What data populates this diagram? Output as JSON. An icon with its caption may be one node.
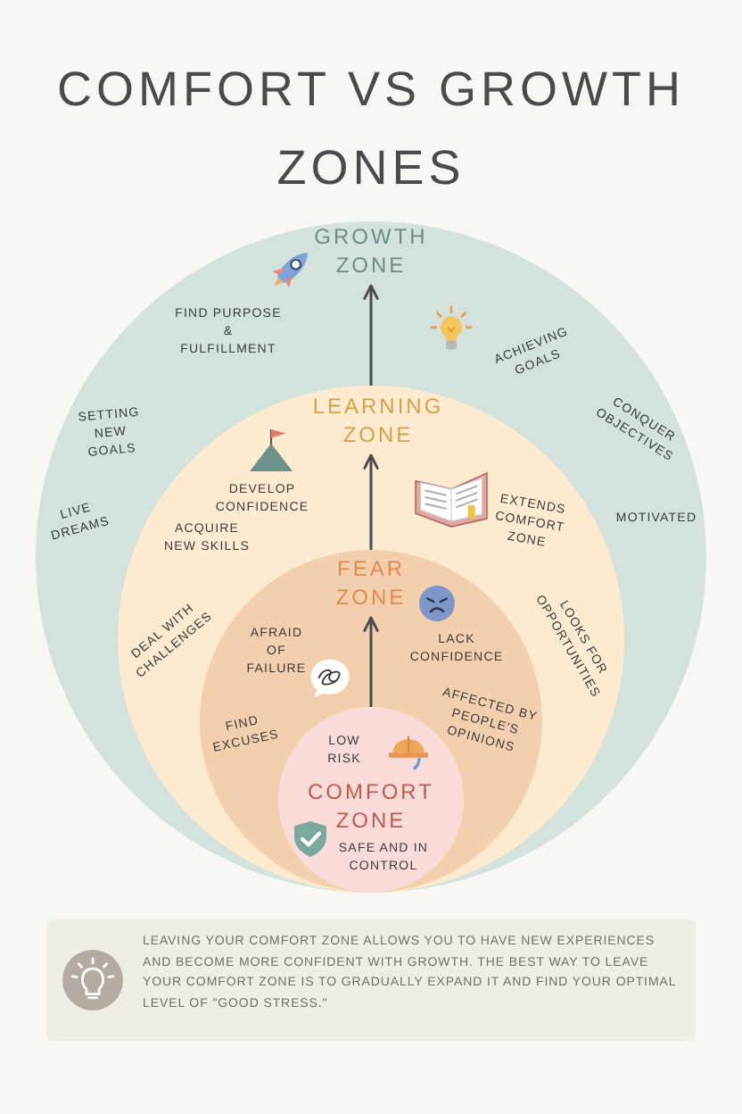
{
  "diagram": {
    "title": "COMFORT VS GROWTH ZONES",
    "nodes": [
      {
        "text": [
          "GROWTH ZONE",
          "FIND PURPOSE & FULFILLMENT",
          "ACHIEVING GOALS",
          "SETTING NEW GOALS",
          "CONQUER OBJECTIVES",
          "LIVE DREAMS",
          "MOTIVATED"
        ]
      },
      {
        "text": [
          "LEARNING ZONE",
          "DEVELOP CONFIDENCE",
          "EXTENDS COMFORT ZONE",
          "ACQUIRE NEW SKILLS",
          "DEAL WITH CHALLENGES",
          "LOOKS FOR OPPORTUNITIES"
        ],
        "in": 0
      },
      {
        "text": [
          "FEAR ZONE",
          "AFRAID OF FAILURE",
          "LACK CONFIDENCE",
          "AFFECTED BY PEOPLE'S OPINIONS",
          "FIND EXCUSES"
        ],
        "in": 1
      },
      {
        "text": [
          "LOW RISK",
          "COMFORT ZONE",
          "SAFE AND IN CONTROL"
        ],
        "in": 2
      },
      {
        "text": [
          "LEAVING YOUR COMFORT ZONE ALLOWS YOU TO HAVE NEW EXPERIENCES AND BECOME MORE CONFIDENT WITH GROWTH. THE BEST WAY TO LEAVE YOUR COMFORT ZONE IS TO GRADUALLY EXPAND IT AND FIND YOUR OPTIMAL LEVEL OF \"GOOD STRESS.\""
        ]
      }
    ],
    "edges": [
      {
        "from": 3,
        "to": 2,
        "arrow": "to"
      },
      {
        "from": 2,
        "to": 1,
        "arrow": "to"
      },
      {
        "from": 1,
        "to": 0,
        "arrow": "to"
      }
    ]
  }
}
